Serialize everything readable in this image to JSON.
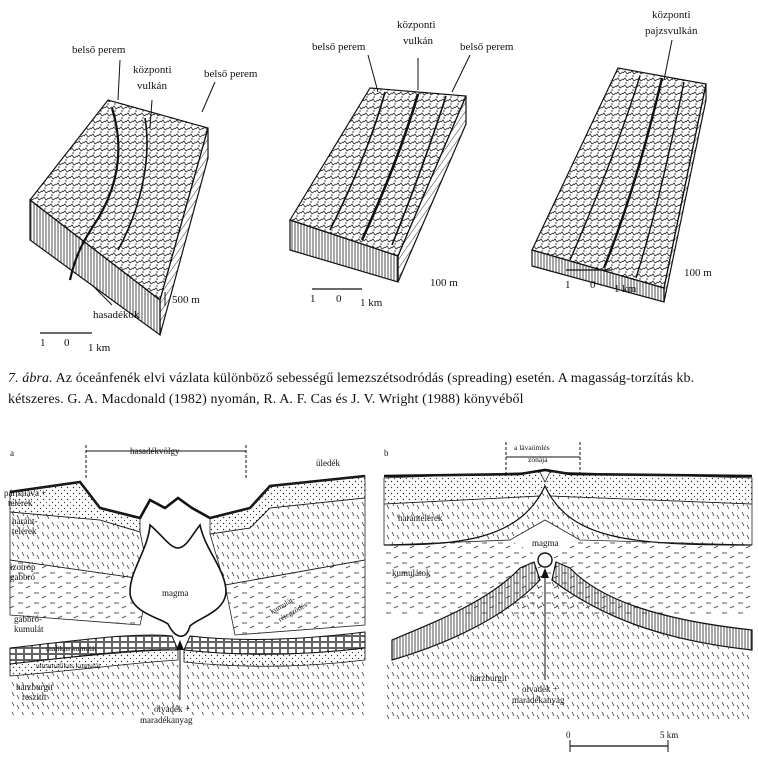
{
  "caption": {
    "figure_number": "7. ábra.",
    "text": "Az óceánfenék elvi vázlata különböző sebességű lemezszétsodródás (spreading) esetén. A magasság-torzítás kb. kétszeres. G. A. Macdonald (1982) nyomán, R. A. F. Cas és J. V. Wright (1988) könyvéből"
  },
  "block1": {
    "label_left": "belső perem",
    "label_center_line1": "központi",
    "label_center_line2": "vulkán",
    "label_right": "belső perem",
    "label_fissures": "hasadékok",
    "height_scale": "500 m",
    "scale_1": "1",
    "scale_0": "0",
    "scale_km": "1 km"
  },
  "block2": {
    "label_left": "belső perem",
    "label_center_line1": "központi",
    "label_center_line2": "vulkán",
    "label_right": "belső perem",
    "height_scale": "100 m",
    "scale_1": "1",
    "scale_0": "0",
    "scale_km": "1 km"
  },
  "block3": {
    "label_center_line1": "központi",
    "label_center_line2": "pajzsvulkán",
    "height_scale": "100 m",
    "scale_1": "1",
    "scale_0": "0",
    "scale_km": "1 km"
  },
  "section_a": {
    "panel_letter": "a",
    "rift_valley": "hasadékvölgy",
    "sediment": "üledék",
    "pillow_lava_1": "párnaláva +",
    "pillow_lava_2": "telérek",
    "transverse_dikes_1": "haránt-",
    "transverse_dikes_2": "telérek",
    "isotropic_gabbro_1": "izotróp",
    "isotropic_gabbro_2": "gabbró",
    "magma": "magma",
    "gabbro_cumulate_1": "gabbró-",
    "gabbro_cumulate_2": "kumulát",
    "mafic_cumulate": "mafikus kumulát",
    "ultramafic_cumulate": "ultramafikus kumulát",
    "harzburgite_1": "harzburgit",
    "harzburgite_2": "reszitit",
    "cumulate_layering_1": "kumulát-",
    "cumulate_layering_2": "rétegződés",
    "melt_1": "olvadék +",
    "melt_2": "maradékanyag"
  },
  "section_b": {
    "panel_letter": "b",
    "lava_zone_1": "a lávaömlés",
    "lava_zone_2": "zónája",
    "transverse_dikes": "harántelérek",
    "magma": "magma",
    "cumulates": "kumulátok",
    "harzburgite": "harzburgit",
    "melt_1": "olvadék +",
    "melt_2": "maradékanyag",
    "scale_0": "0",
    "scale_5km": "5 km"
  }
}
